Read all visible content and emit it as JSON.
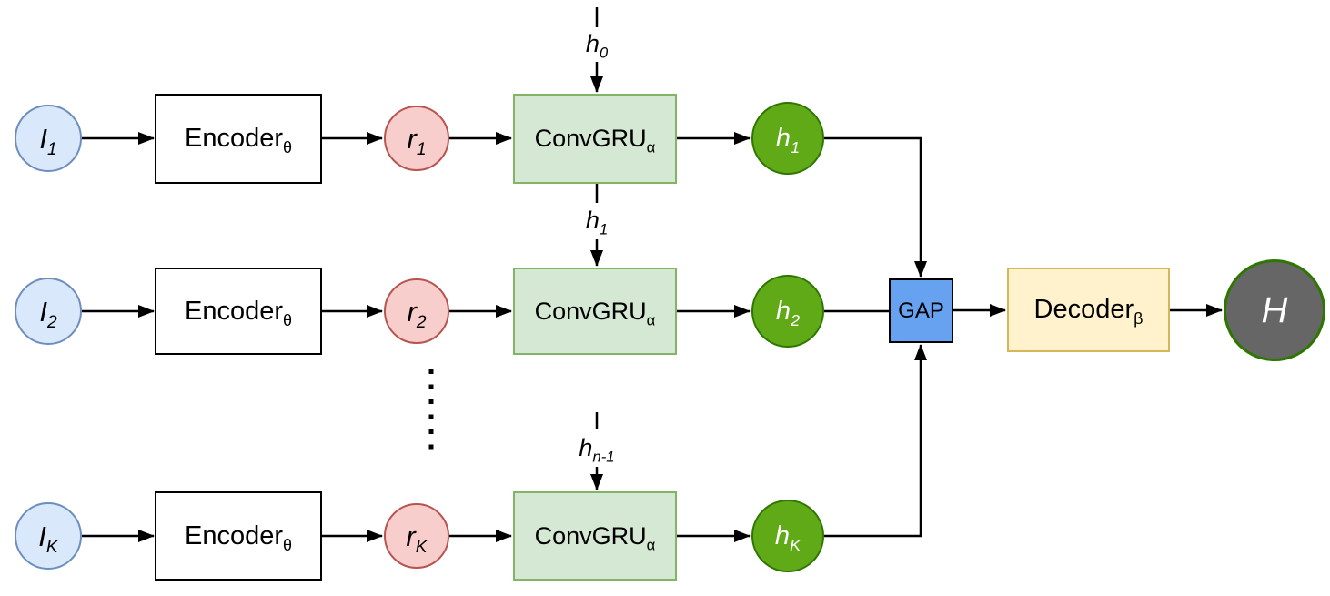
{
  "rows": [
    {
      "input": {
        "main": "I",
        "sub": "1"
      },
      "encoder": {
        "main": "Encoder",
        "sub": "θ"
      },
      "feature": {
        "main": "r",
        "sub": "1"
      },
      "convgru": {
        "main": "ConvGRU",
        "sub": "α"
      },
      "hidden": {
        "main": "h",
        "sub": "1"
      },
      "state_in": {
        "main": "h",
        "sub": "0"
      }
    },
    {
      "input": {
        "main": "I",
        "sub": "2"
      },
      "encoder": {
        "main": "Encoder",
        "sub": "θ"
      },
      "feature": {
        "main": "r",
        "sub": "2"
      },
      "convgru": {
        "main": "ConvGRU",
        "sub": "α"
      },
      "hidden": {
        "main": "h",
        "sub": "2"
      },
      "state_in": {
        "main": "h",
        "sub": "1"
      }
    },
    {
      "input": {
        "main": "I",
        "sub": "K"
      },
      "encoder": {
        "main": "Encoder",
        "sub": "θ"
      },
      "feature": {
        "main": "r",
        "sub": "K"
      },
      "convgru": {
        "main": "ConvGRU",
        "sub": "α"
      },
      "hidden": {
        "main": "h",
        "sub": "K"
      },
      "state_in": {
        "main": "h",
        "sub": "n-1"
      }
    }
  ],
  "gap": {
    "label": "GAP"
  },
  "decoder": {
    "main": "Decoder",
    "sub": "β"
  },
  "output": {
    "label": "H"
  },
  "colors": {
    "input_fill": "#dae8fc",
    "input_stroke": "#6c8ebf",
    "feature_fill": "#f8cecc",
    "feature_stroke": "#b85450",
    "convgru_fill": "#d5e8d4",
    "convgru_stroke": "#82b366",
    "hidden_fill": "#60a917",
    "hidden_stroke": "#2d7600",
    "hidden_text": "#ffffff",
    "encoder_fill": "#ffffff",
    "encoder_stroke": "#000000",
    "gap_fill": "#66a2f0",
    "gap_stroke": "#000000",
    "decoder_fill": "#fff2cc",
    "decoder_stroke": "#d6b656",
    "output_fill": "#666666",
    "output_stroke": "#2d7600",
    "output_text": "#ffffff",
    "line": "#000000"
  }
}
